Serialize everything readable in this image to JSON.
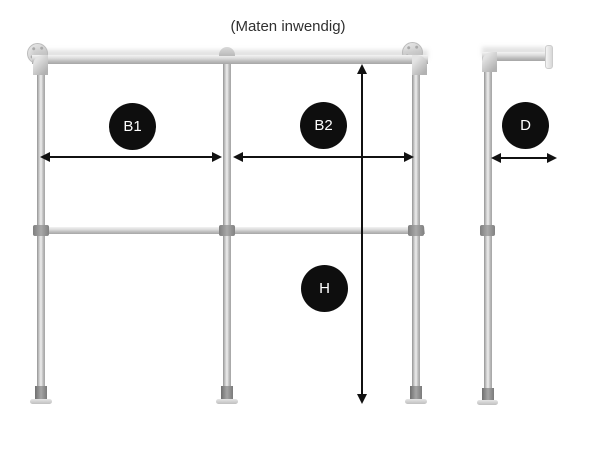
{
  "title": "(Maten inwendig)",
  "dimension_labels": {
    "b1": "B1",
    "b2": "B2",
    "d": "D",
    "h": "H"
  },
  "colors": {
    "background": "#ffffff",
    "label_circle_bg": "#0e0e0e",
    "label_text": "#ffffff",
    "arrow": "#111111",
    "title_color": "#303030",
    "pipe_highlight": "#eeeeee",
    "pipe_base": "#c0c0c0",
    "pipe_shadow": "#8f8f8f"
  }
}
